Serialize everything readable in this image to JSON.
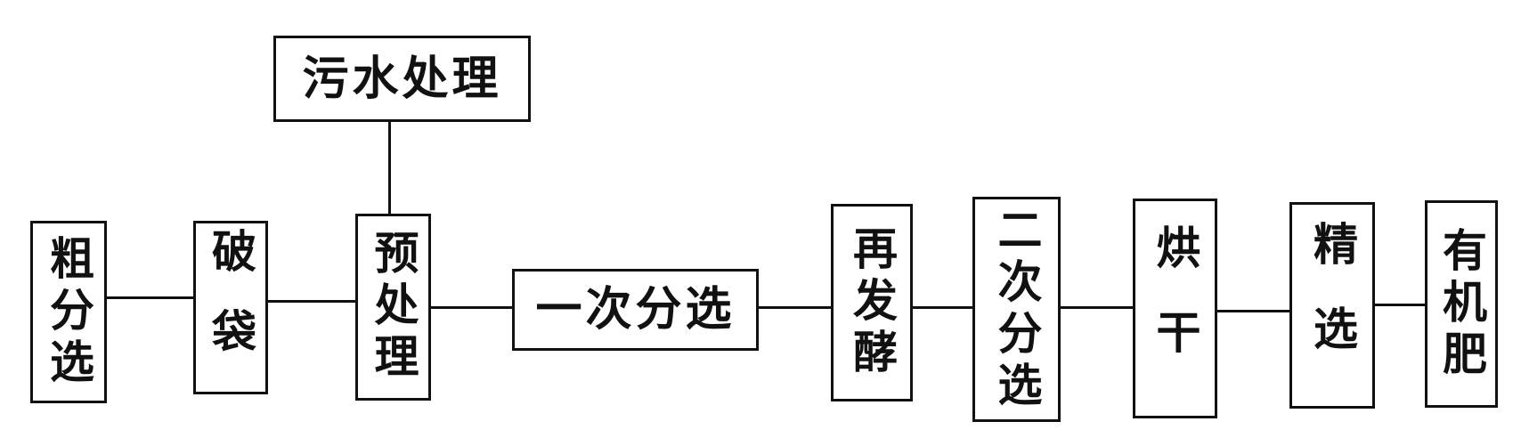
{
  "diagram": {
    "nodes": {
      "wastewater": "污水处理",
      "coarse_sort": "粗分选",
      "bag_break": "破袋",
      "pretreat": "预处理",
      "first_sort": "一次分选",
      "refermentation": "再发酵",
      "second_sort": "二次分选",
      "drying": "烘干",
      "fine_sort": "精选",
      "organic_fertilizer": "有机肥"
    }
  }
}
